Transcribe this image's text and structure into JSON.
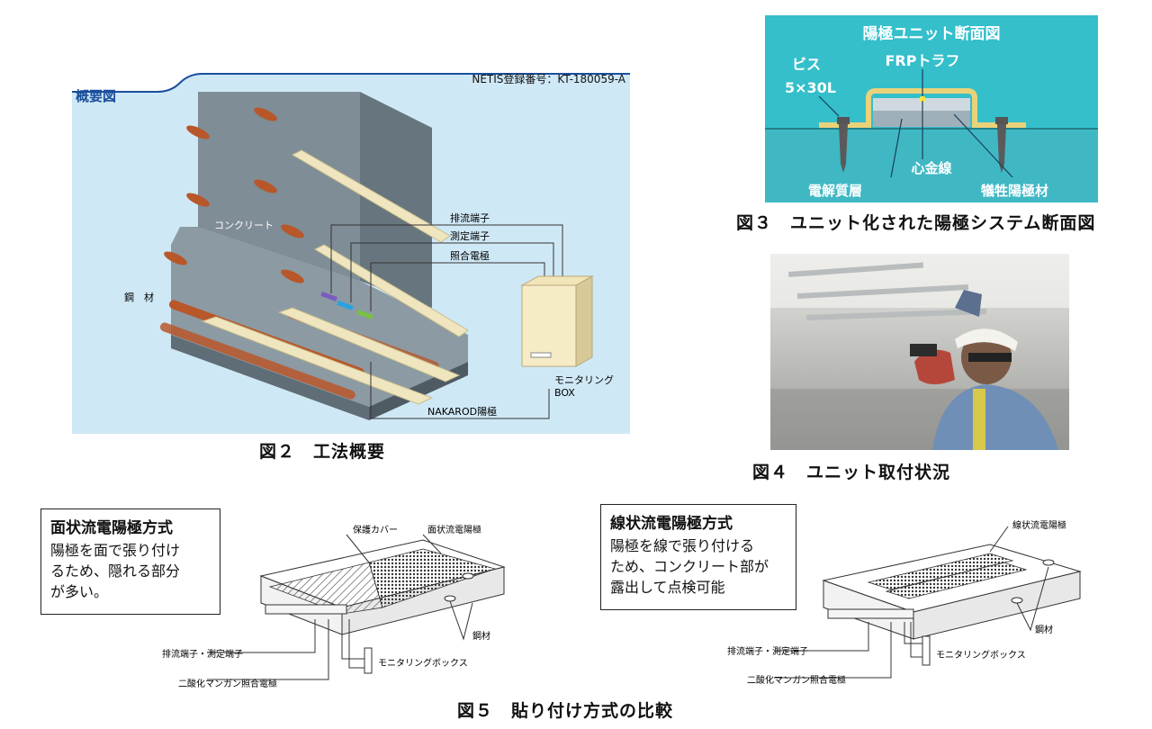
{
  "fig2": {
    "header": "概要図",
    "netis": "NETIS登録番号：KT-180059-A",
    "concrete": "コンクリート",
    "steel": "鋼　材",
    "drain": "排流端子",
    "measure": "測定端子",
    "reference": "照合電極",
    "monitor_line1": "モニタリング",
    "monitor_line2": "BOX",
    "anode": "NAKAROD陽極",
    "caption": "図２　工法概要"
  },
  "fig3": {
    "title": "陽極ユニット断面図",
    "screw_line1": "ビス",
    "screw_line2": "5×30L",
    "frp": "FRPトラフ",
    "core": "心金線",
    "electrolyte": "電解質層",
    "sacrificial": "犠牲陽極材",
    "caption": "図３　ユニット化された陽極システム断面図"
  },
  "fig4": {
    "caption": "図４　ユニット取付状況"
  },
  "fig5": {
    "left": {
      "title": "面状流電陽極方式",
      "desc1": "陽極を面で張り付け",
      "desc2": "るため、隠れる部分",
      "desc3": "が多い。",
      "cover": "保護カバー",
      "anode": "面状流電陽極",
      "steel": "鋼材",
      "terminal": "排流端子・測定端子",
      "reference": "二酸化マンガン照合電極",
      "monitor": "モニタリングボックス"
    },
    "right": {
      "title": "線状流電陽極方式",
      "desc1": "陽極を線で張り付ける",
      "desc2": "ため、コンクリート部が",
      "desc3": "露出して点検可能",
      "anode": "線状流電陽極",
      "steel": "鋼材",
      "terminal": "排流端子・測定端子",
      "reference": "二酸化マンガン照合電極",
      "monitor": "モニタリングボックス"
    },
    "caption": "図５　貼り付け方式の比較"
  },
  "colors": {
    "fig2_bg": "#cfe8f6",
    "fig2_header": "#1a4f9c",
    "fig3_bg": "#36c3cf",
    "concrete": "#7e8c95",
    "anode_strip": "#efe6c0",
    "rebar": "#b8572a"
  }
}
